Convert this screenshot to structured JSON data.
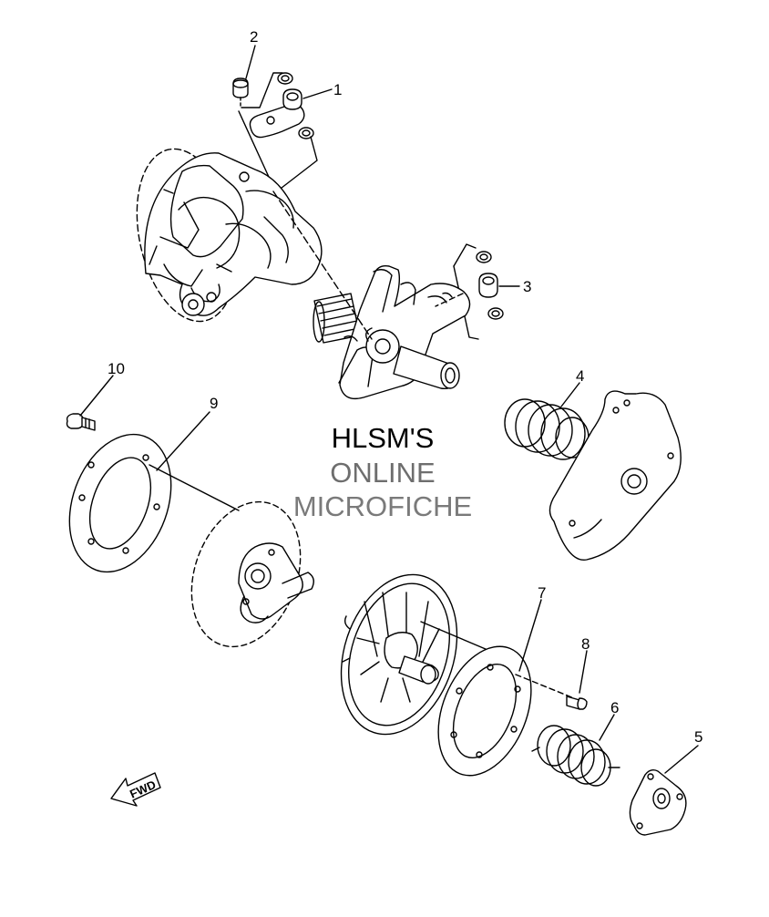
{
  "watermark": {
    "line1": "HLSM'S",
    "line2": "ONLINE",
    "line3": "MICROFICHE"
  },
  "callouts": [
    {
      "id": "1",
      "label": "1"
    },
    {
      "id": "2",
      "label": "2"
    },
    {
      "id": "3",
      "label": "3"
    },
    {
      "id": "4",
      "label": "4"
    },
    {
      "id": "5",
      "label": "5"
    },
    {
      "id": "6",
      "label": "6"
    },
    {
      "id": "7",
      "label": "7"
    },
    {
      "id": "8",
      "label": "8"
    },
    {
      "id": "9",
      "label": "9"
    },
    {
      "id": "10",
      "label": "10"
    }
  ],
  "direction_arrow": {
    "label": "FWD"
  },
  "colors": {
    "line": "#000000",
    "background": "#ffffff",
    "watermark_dark": "#000000",
    "watermark_grey": "#6e6e6e"
  }
}
